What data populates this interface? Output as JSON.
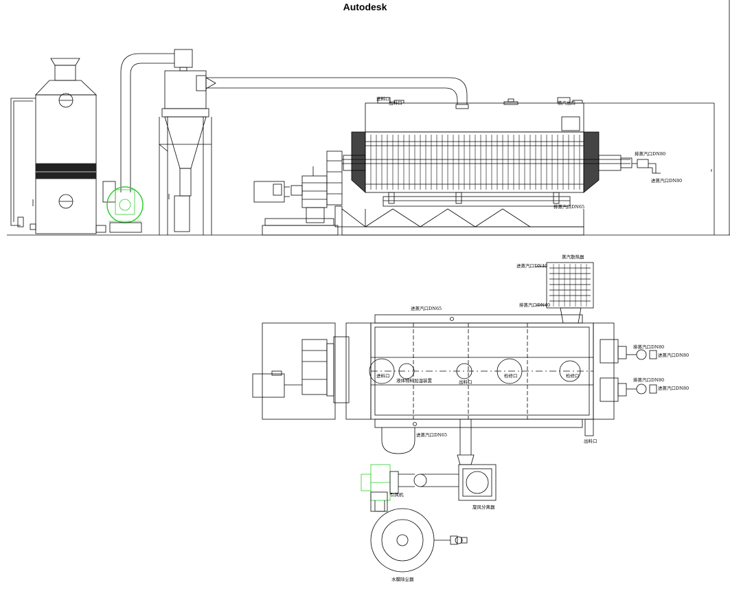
{
  "app": {
    "title": "Autodesk"
  },
  "elevation_labels": {
    "feed_inlet": "进料口",
    "discharge": "出料口",
    "vapor_outlet": "蒸汽出口",
    "steam_outlet": "排蒸汽口DN80",
    "steam_inlet": "进蒸汽口DN80",
    "condensate": "排蒸汽口DN65"
  },
  "plan_labels": {
    "condenser": "蒸汽散热器",
    "steam_in_a": "进蒸汽口DN40",
    "steam_out_a": "排蒸汽口DN40",
    "steam_in_top": "进蒸汽口DN65",
    "feed_inlet": "进料口",
    "liquid_device": "液体物料加湿装置",
    "port_mid": "出料口",
    "sight_port": "检修口",
    "sight_port2": "检修口",
    "steam_out_r1": "排蒸汽口DN80",
    "steam_in_r1": "进蒸汽口DN80",
    "steam_out_r2": "排蒸汽口DN80",
    "steam_in_r2": "进蒸汽口DN80",
    "steam_in_bottom": "进蒸汽口DN65",
    "discharge": "出料口",
    "fan": "引风机",
    "cyclone": "旋风分离器",
    "scrubber": "水膜除尘器"
  },
  "colors": {
    "line": "#000000",
    "fan_highlight": "#2ecc2e",
    "band": "#222222"
  }
}
